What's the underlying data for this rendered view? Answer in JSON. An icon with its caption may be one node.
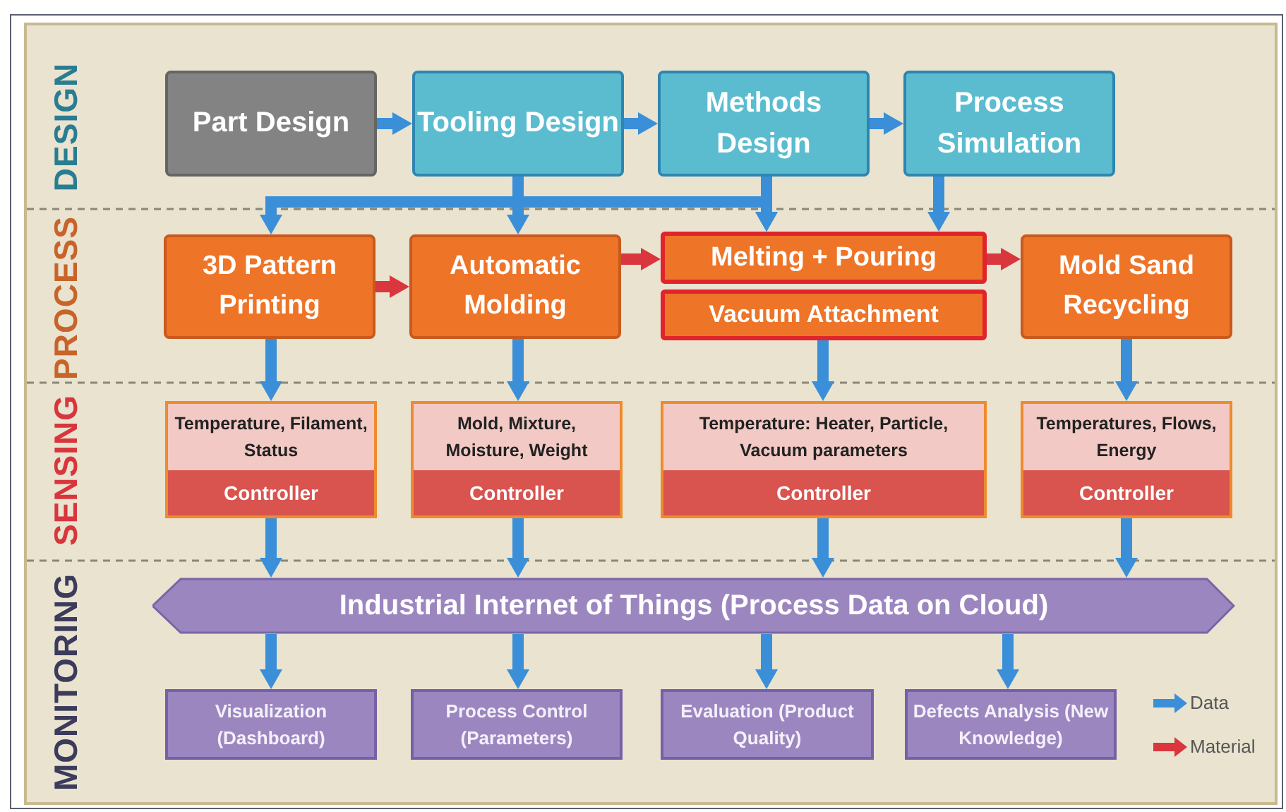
{
  "diagram": {
    "nodes": [
      {
        "text": [
          "Part Design"
        ]
      },
      {
        "text": [
          "Tooling Design"
        ]
      },
      {
        "text": [
          "Methods Design"
        ]
      },
      {
        "text": [
          "Process Simulation"
        ]
      },
      {
        "text": [
          "3D Pattern Printing"
        ]
      },
      {
        "text": [
          "Automatic Molding"
        ]
      },
      {
        "text": [
          "Melting + Pouring"
        ]
      },
      {
        "text": [
          "Vacuum Attachment"
        ]
      },
      {
        "text": [
          "Mold Sand Recycling"
        ]
      },
      {
        "text": [
          "Temperature, Filament, Status",
          "Controller"
        ]
      },
      {
        "text": [
          "Mold, Mixture, Moisture, Weight",
          "Controller"
        ]
      },
      {
        "text": [
          "Temperature: Heater, Particle, Vacuum parameters",
          "Controller"
        ]
      },
      {
        "text": [
          "Temperatures, Flows, Energy",
          "Controller"
        ]
      },
      {
        "text": [
          "Industrial Internet of Things (Process Data on Cloud)"
        ]
      },
      {
        "text": [
          "Visualization (Dashboard)"
        ]
      },
      {
        "text": [
          "Process Control (Parameters)"
        ]
      },
      {
        "text": [
          "Evaluation (Product Quality)"
        ]
      },
      {
        "text": [
          "Defects Analysis (New Knowledge)"
        ]
      }
    ],
    "edges": [
      {
        "from": 0,
        "to": 1,
        "arrow": "to"
      },
      {
        "from": 1,
        "to": 2,
        "arrow": "to"
      },
      {
        "from": 2,
        "to": 3,
        "arrow": "to"
      },
      {
        "from": 1,
        "to": 4,
        "arrow": "to"
      },
      {
        "from": 1,
        "to": 5,
        "arrow": "to"
      },
      {
        "from": 1,
        "to": 6,
        "arrow": "to"
      },
      {
        "from": 2,
        "to": 6,
        "arrow": "to"
      },
      {
        "from": 3,
        "to": 6,
        "arrow": "to"
      },
      {
        "from": 4,
        "to": 5,
        "arrow": "to",
        "color": "#d9363e"
      },
      {
        "from": 5,
        "to": 6,
        "arrow": "to",
        "color": "#d9363e"
      },
      {
        "from": 6,
        "to": 8,
        "arrow": "to",
        "color": "#d9363e"
      },
      {
        "from": 4,
        "to": 9,
        "arrow": "to"
      },
      {
        "from": 5,
        "to": 10,
        "arrow": "to"
      },
      {
        "from": 7,
        "to": 11,
        "arrow": "to"
      },
      {
        "from": 8,
        "to": 12,
        "arrow": "to"
      },
      {
        "from": 9,
        "to": 13,
        "arrow": "to"
      },
      {
        "from": 10,
        "to": 13,
        "arrow": "to"
      },
      {
        "from": 11,
        "to": 13,
        "arrow": "to"
      },
      {
        "from": 12,
        "to": 13,
        "arrow": "to"
      },
      {
        "from": 13,
        "to": 14,
        "arrow": "to"
      },
      {
        "from": 13,
        "to": 15,
        "arrow": "to"
      },
      {
        "from": 13,
        "to": 16,
        "arrow": "to"
      },
      {
        "from": 13,
        "to": 17,
        "arrow": "to"
      }
    ],
    "labels": [
      "DESIGN",
      "PROCESS",
      "SENSING",
      "MONITORING"
    ],
    "legend": [
      {
        "text": "Data"
      },
      {
        "text": "Material"
      }
    ]
  }
}
